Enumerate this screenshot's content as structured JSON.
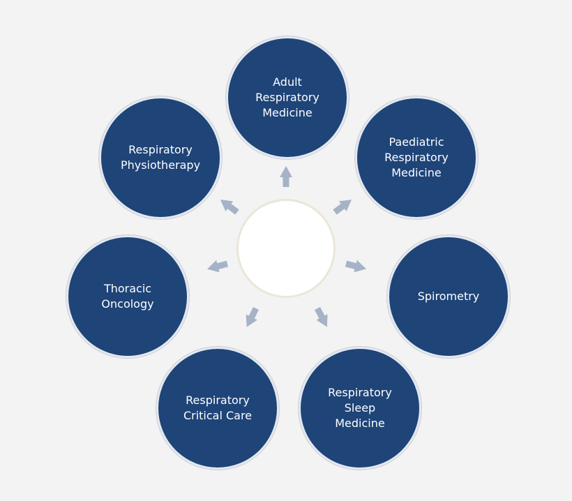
{
  "diagram": {
    "colors": {
      "background": "#f3f3f4",
      "node_fill": "#1e4478",
      "node_text": "#ffffff",
      "hub_fill": "#ffffff",
      "arrow_fill": "#a6b3c6"
    },
    "center": {
      "label": ""
    },
    "nodes": [
      {
        "id": "adult-respiratory-medicine",
        "lines": [
          "Adult",
          "Respiratory",
          "Medicine"
        ]
      },
      {
        "id": "paediatric-respiratory-medicine",
        "lines": [
          "Paediatric",
          "Respiratory",
          "Medicine"
        ]
      },
      {
        "id": "spirometry",
        "lines": [
          "Spirometry"
        ]
      },
      {
        "id": "respiratory-sleep-medicine",
        "lines": [
          "Respiratory",
          "Sleep",
          "Medicine"
        ]
      },
      {
        "id": "respiratory-critical-care",
        "lines": [
          "Respiratory",
          "Critical Care"
        ]
      },
      {
        "id": "thoracic-oncology",
        "lines": [
          "Thoracic",
          "Oncology"
        ]
      },
      {
        "id": "respiratory-physiotherapy",
        "lines": [
          "Respiratory",
          "Physiotherapy"
        ]
      }
    ]
  }
}
